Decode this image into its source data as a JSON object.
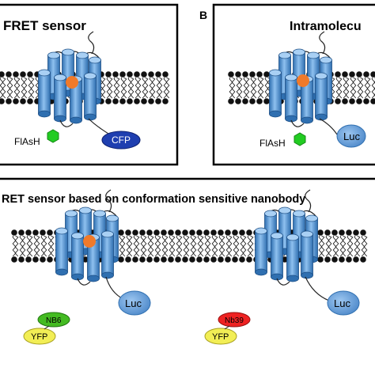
{
  "panel_a": {
    "title": "FRET sensor",
    "label_flash": "FlAsH",
    "label_cfp": "CFP"
  },
  "panel_b": {
    "letter": "B",
    "title": "Intramolecu",
    "label_flash": "FlAsH",
    "label_luc": "Luc"
  },
  "panel_c": {
    "title": "RET sensor based on conformation sensitive nanobody",
    "left": {
      "nb": "NB6",
      "yfp": "YFP",
      "luc": "Luc"
    },
    "right": {
      "nb": "Nb39",
      "yfp": "YFP",
      "luc": "Luc"
    }
  },
  "colors": {
    "helix": "#5a9ad8",
    "helix_dark": "#2f6fb0",
    "ligand": "#f07a2a",
    "flash": "#22cc22",
    "cfp": "#1f3fb0",
    "luc": "#5b9bd5",
    "nb6": "#44bb22",
    "nb39": "#ee2222",
    "yfp": "#f2ee55"
  }
}
